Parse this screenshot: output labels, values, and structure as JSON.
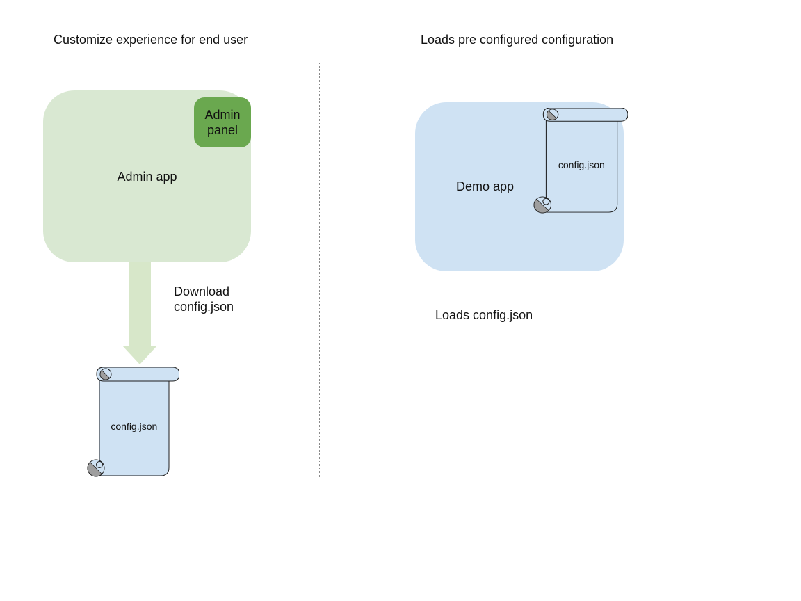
{
  "left_section": {
    "title": "Customize experience for end user",
    "admin_app_label": "Admin app",
    "admin_panel_label": "Admin panel",
    "arrow_label_line1": "Download",
    "arrow_label_line2": "config.json",
    "file_label": "config.json"
  },
  "right_section": {
    "title": "Loads pre configured configuration",
    "demo_app_label": "Demo app",
    "file_label": "config.json",
    "caption": "Loads config.json"
  },
  "icons": {
    "download_arrow": "down-arrow-icon",
    "config_file": "scroll-document-icon"
  },
  "colors": {
    "admin_app_fill": "#d9e8d2",
    "admin_panel_fill": "#6aa84f",
    "demo_app_fill": "#cfe2f3",
    "scroll_fill": "#cfe2f3",
    "arrow_fill": "#d7e7c9",
    "curl_gray": "#9e9e9e",
    "shape_stroke": "#1c1c1c",
    "text_color": "#111111",
    "divider_color": "#8a8a8a"
  }
}
